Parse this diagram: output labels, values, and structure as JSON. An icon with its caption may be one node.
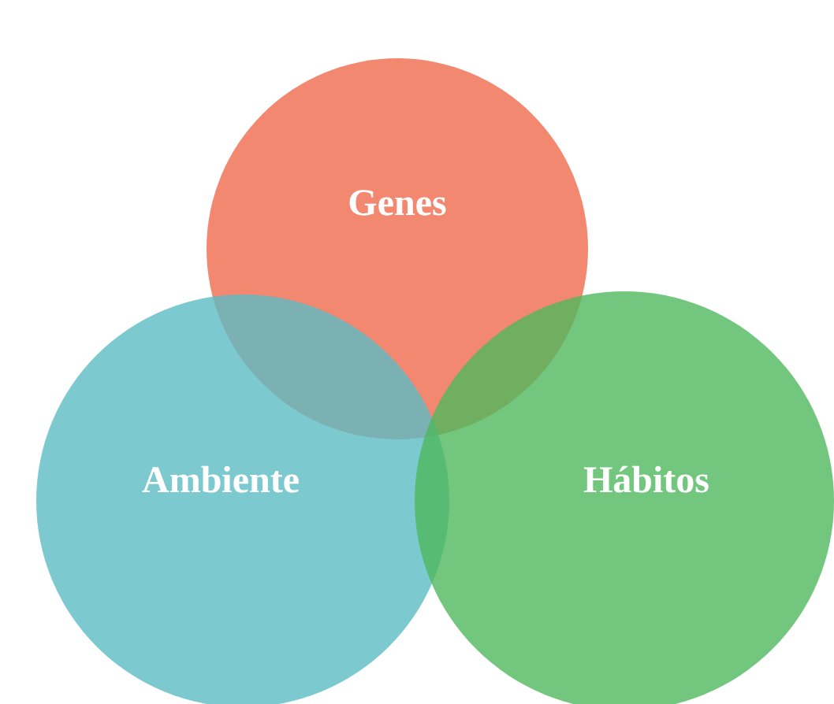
{
  "diagram": {
    "nodes": [
      {
        "text": [
          "Genes"
        ]
      },
      {
        "text": [
          "Ambiente"
        ]
      },
      {
        "text": [
          "Hábitos"
        ]
      }
    ],
    "edges": []
  }
}
